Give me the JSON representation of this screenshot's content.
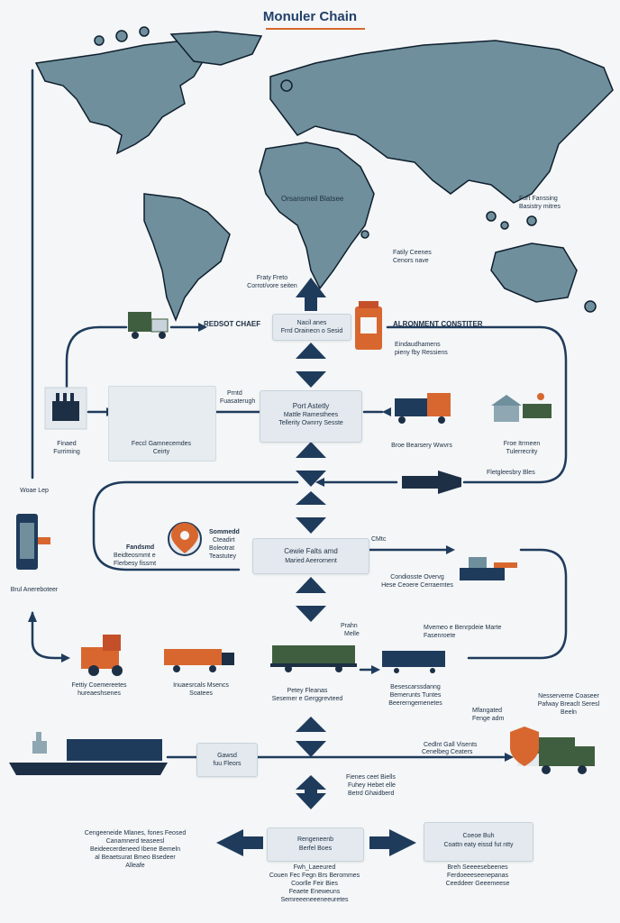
{
  "title": "Monuler Chain",
  "map": {
    "center_label": "Orsansmeil Blatsee",
    "east_label_1": "Fort Fanssing",
    "east_label_2": "Basistry mitres",
    "south_label_1": "Fatily Ceenes",
    "south_label_2": "Cenors nave"
  },
  "upper_note": {
    "line1": "Fraty Freto",
    "line2": "Corrot/vore seiten"
  },
  "row1": {
    "left_label": "REDSOT CHAEF",
    "center_box": {
      "line1": "Nacil anes",
      "line2": "Frrd Orainecn o Sesid"
    },
    "right_label": "ALRONMENT CONSTITER",
    "right_note": {
      "line1": "Eindaudhamens",
      "line2": "pieny fby Ressiens"
    }
  },
  "row2": {
    "factory_label": {
      "line1": "Finaed",
      "line2": "Furriming"
    },
    "rail_caption": {
      "line1": "Feccl Gamnecemdes",
      "line2": "Ceirty"
    },
    "note": {
      "line1": "Prntd",
      "line2": "Fuasaterugh"
    },
    "center_box": {
      "line1": "Port Astetly",
      "line2": "Mattle Ramesthees",
      "line3": "Tellerity Ownrry Sesste"
    },
    "truck_caption": "Broe Bearsery Wwvrs",
    "warehouse_caption": {
      "line1": "Froe Itrrneen",
      "line2": "Tulerrecrity"
    }
  },
  "row3": {
    "tool_label": "Fletgleesbry Bles",
    "left_box_title": "Woae Lep",
    "left_box_caption": "Brul Anereboteer",
    "pin_text": {
      "line1": "Sommedd",
      "line2": "Cteadirt",
      "line3": "Boleotrat",
      "line4": "Teastutey"
    },
    "pin_left": {
      "line1": "Fandsmd",
      "line2": "Beidteosmmt e",
      "line3": "Flerbesy fissmt"
    },
    "center_box": {
      "line1": "Cewie Falts amd",
      "line2": "Maried Aeerornent"
    },
    "right_label": "CMtc",
    "right_caption": {
      "line1": "Condiosste Overvg",
      "line2": "Hese Ceoere Cerraemtes"
    }
  },
  "row4": {
    "note": {
      "line1": "Prahn",
      "line2": "Melle"
    },
    "note_right": {
      "line1": "Mvemeo e Benrpdeie Marte",
      "line2": "Fasenroete"
    },
    "c1": {
      "line1": "Fettiy Coemereetes",
      "line2": "hureaeshsenes"
    },
    "c2": {
      "line1": "Inuaesrcals Msencs",
      "line2": "Soatees"
    },
    "c3": {
      "line1": "Petey Fleanas",
      "line2": "Sesemer e Gerggrevteed"
    },
    "c4": {
      "line1": "Besescarssdanng",
      "line2": "Bemerunts Tuntes",
      "line3": "Beererngemenetes"
    },
    "right_note": {
      "line1": "Mfangated",
      "line2": "Fenge adm"
    },
    "truck_note": {
      "line1": "Nesserveme Coaseer",
      "line2": "Pafway Breaclt Seresl",
      "line3": "Beeln"
    }
  },
  "row5": {
    "box": {
      "line1": "Gawsd",
      "line2": "fuu Fleors"
    },
    "right_label": "Cedlnt Gall Visents",
    "right_sub": "Cenelbeg Ceaters"
  },
  "row6": {
    "note": {
      "line1": "Fienes ceet Biells",
      "line2": "Fuhey Hebet elle",
      "line3": "Betrd Ghaidberd"
    }
  },
  "bottom": {
    "left_text": {
      "line1": "Cengeeneide Mlanes, fones Feosed",
      "line2": "Canamnerd teaseesl",
      "line3": "Beideecerdeneed Ibene Bemeln",
      "line4": "al Beaetsurat Bmeo Bsedeer",
      "line5": "Alleafe"
    },
    "center_box": {
      "line1": "Rengeneenb",
      "line2": "Berfel Boes"
    },
    "center_text": {
      "line1": "Fwh_Laeeured",
      "line2": "Couen Fec Fegn Brs Berommes",
      "line3": "Coorlle Feir Bies",
      "line4": "Feaete Eneweuns",
      "line5": "Semreeeneeeneeuretes"
    },
    "right_box": {
      "line1": "Coeoe Buh",
      "line2": "Coattn eaty eissd fut ntty"
    },
    "right_text": {
      "line1": "Breh Seeeesebeenes",
      "line2": "Ferdoeeeseenepanas",
      "line3": "Ceeddeer Geeemeese"
    }
  },
  "colors": {
    "navy": "#1f3b5c",
    "map": "#6f8f9c",
    "orange": "#d8672f",
    "green": "#3f5e3f",
    "panel": "#e3e9ee"
  }
}
